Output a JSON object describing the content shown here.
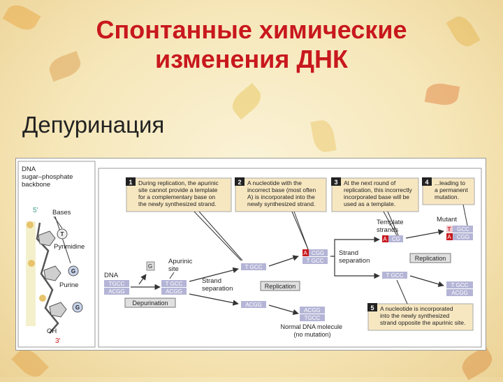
{
  "slide": {
    "title_line1": "Спонтанные химические",
    "title_line2": "изменения ДНК",
    "subtitle": "Депуринация"
  },
  "colors": {
    "title": "#c8181d",
    "badge_bg": "#222222",
    "note_bg": "#f7e7c1",
    "strand_bg": "#b4b5d6",
    "mutant_base": "#c8181d",
    "mutant_bg": "#f1cbcf",
    "label_bg": "#e0e0e0"
  },
  "diagram": {
    "left": {
      "dna_label": [
        "DNA",
        "sugar–phosphate",
        "backbone"
      ],
      "five_prime": "5'",
      "bases_label": "Bases",
      "base_t": "T",
      "pyrimidine_label": "Pyrimidine",
      "base_g": "G",
      "purine_label": "Purine",
      "oh_label": "OH",
      "three_prime": "3'"
    },
    "notes": [
      {
        "num": "1",
        "lines": [
          "During replication, the apurinic",
          "site cannot provide a template",
          "for a complementary base on",
          "the newly synthesized strand."
        ]
      },
      {
        "num": "2",
        "lines": [
          "A nucleotide with the",
          "incorrect base (most often",
          "A) is incorporated into the",
          "newly synthesized strand."
        ]
      },
      {
        "num": "3",
        "lines": [
          "At the next round of",
          "replication, this incorrectly",
          "incorporated base will be",
          "used as a template."
        ]
      },
      {
        "num": "4",
        "lines": [
          "...leading to",
          "a permanent",
          "mutation."
        ]
      },
      {
        "num": "5",
        "lines": [
          "A nucleotide is incorporated",
          "into the newly synthesized",
          "strand opposite the apurinic site."
        ]
      }
    ],
    "labels": {
      "dna": "DNA",
      "apurinic": [
        "Apurinic",
        "site"
      ],
      "depurination": "Depurination",
      "strand_sep1": [
        "Strand",
        "separation"
      ],
      "replication1": "Replication",
      "template": [
        "Template",
        "strands"
      ],
      "strand_sep2": [
        "Strand",
        "separation"
      ],
      "replication2": "Replication",
      "mutant": "Mutant",
      "normal": [
        "Normal DNA molecule",
        "(no mutation)"
      ]
    },
    "seq": {
      "s1_top": "TGCC",
      "s1_bot": "ACGG",
      "free_g": "G",
      "s2_top": "T GCC",
      "s2_bot": "ACGG",
      "s3": "T GCC",
      "s4": "ACGG",
      "s5_top_a": "A",
      "s5_top_rest": "CGG",
      "s5_bot": "T GCC",
      "s6_top": "ACGG",
      "s6_bot": "TGCC",
      "s7_a": "A",
      "s7_rest": "CG",
      "s8": "T GCC",
      "m1_t": "T",
      "m1_t_rest": "GCC",
      "m1_a": "A",
      "m1_a_rest": "CGG",
      "m2_top": "T GCC",
      "m2_bot": "ACGG"
    }
  }
}
